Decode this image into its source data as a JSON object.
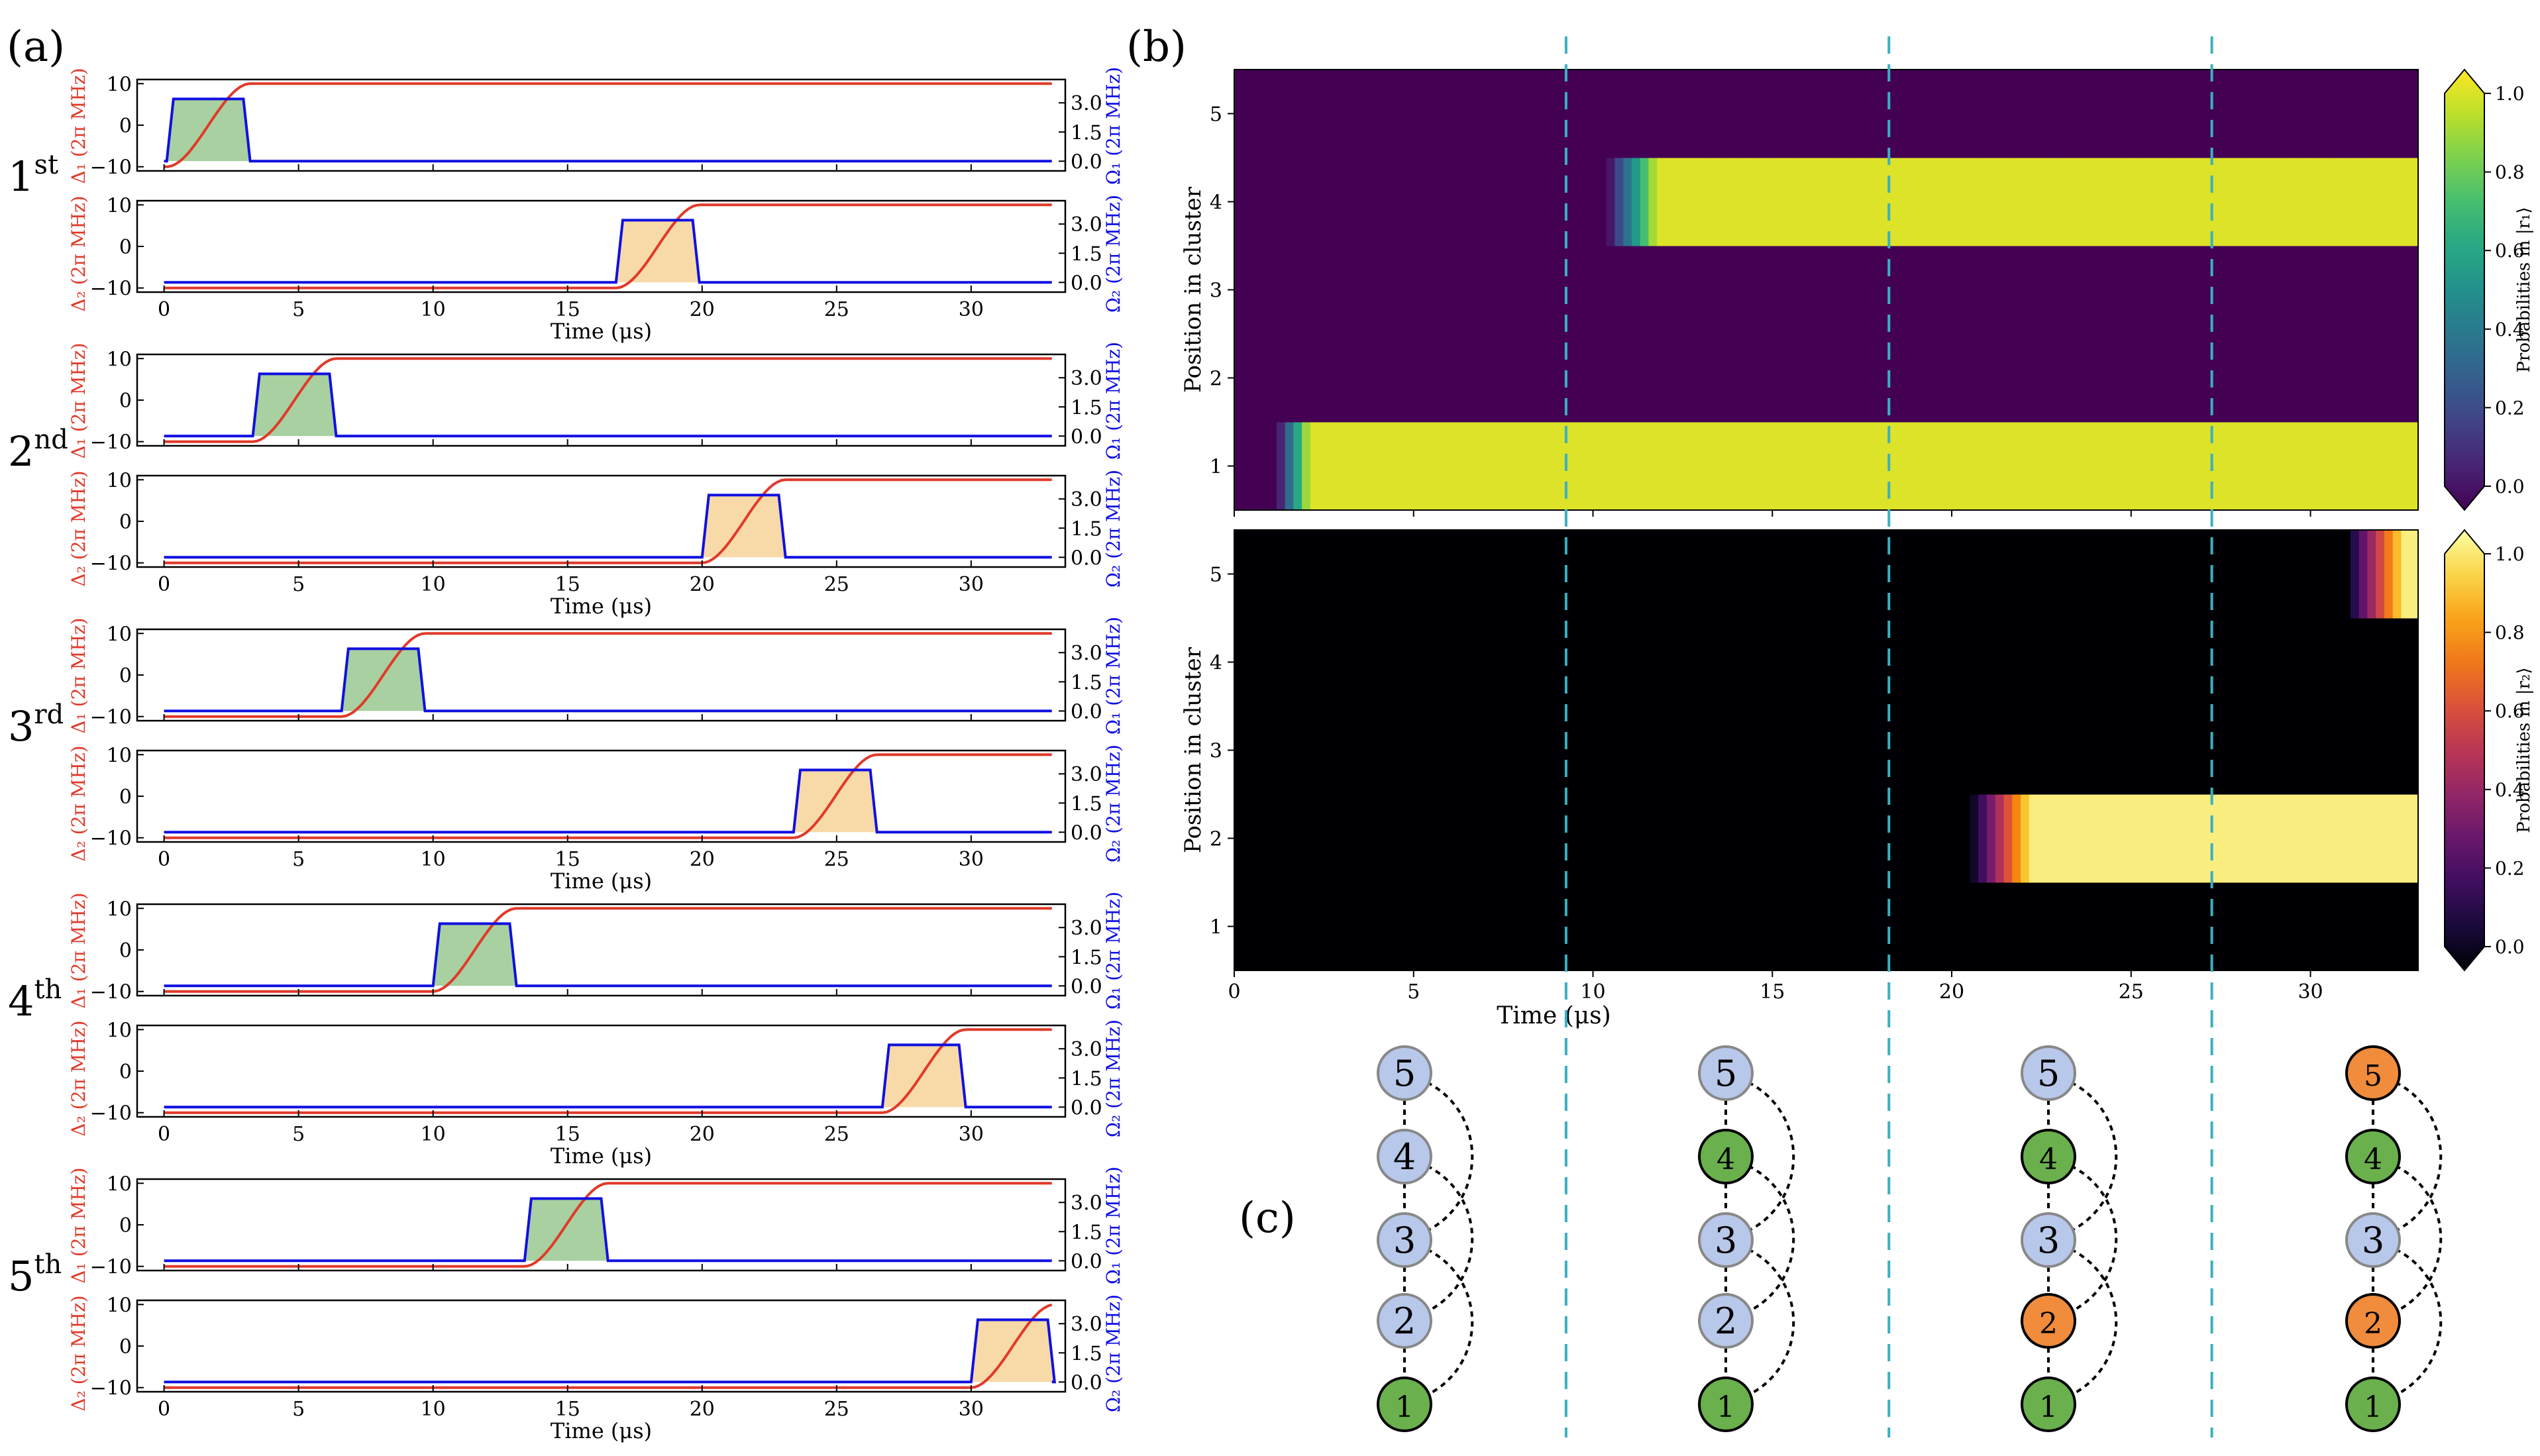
{
  "panel_labels": {
    "a": "(a)",
    "b": "(b)",
    "c": "(c)"
  },
  "colors": {
    "detuning": "#e03a2a",
    "rabi": "#1010e0",
    "fill_first": "#a8d0a0",
    "fill_second": "#f8d9a8",
    "dashed_line": "#3ab0c0",
    "node_blue": "#b8c8ea",
    "node_green": "#6ab04c",
    "node_orange": "#f08c3c"
  },
  "pulse_panels": {
    "row_labels": [
      {
        "base": "1",
        "sup": "st"
      },
      {
        "base": "2",
        "sup": "nd"
      },
      {
        "base": "3",
        "sup": "rd"
      },
      {
        "base": "4",
        "sup": "th"
      },
      {
        "base": "5",
        "sup": "th"
      }
    ],
    "ylabel_top_left": "Δ₁ (2π MHz)",
    "ylabel_top_right": "Ω₁ (2π MHz)",
    "ylabel_bottom_left": "Δ₂ (2π MHz)",
    "ylabel_bottom_right": "Ω₂ (2π MHz)",
    "xlabel": "Time (μs)"
  },
  "heatmaps": {
    "ylabel": "Position in cluster",
    "xlabel": "Time (μs)",
    "cbar_label_top": "Probabilities in |r₁⟩",
    "cbar_label_bottom": "Probabilities in |r₂⟩",
    "cbar_ticks": [
      "0.0",
      "0.2",
      "0.4",
      "0.6",
      "0.8",
      "1.0"
    ]
  },
  "clusters": [
    {
      "nodes": [
        {
          "label": "5",
          "state": "blue"
        },
        {
          "label": "4",
          "state": "blue"
        },
        {
          "label": "3",
          "state": "blue"
        },
        {
          "label": "2",
          "state": "blue"
        },
        {
          "label": "1",
          "state": "green"
        }
      ]
    },
    {
      "nodes": [
        {
          "label": "5",
          "state": "blue"
        },
        {
          "label": "4",
          "state": "green"
        },
        {
          "label": "3",
          "state": "blue"
        },
        {
          "label": "2",
          "state": "blue"
        },
        {
          "label": "1",
          "state": "green"
        }
      ]
    },
    {
      "nodes": [
        {
          "label": "5",
          "state": "blue"
        },
        {
          "label": "4",
          "state": "green"
        },
        {
          "label": "3",
          "state": "blue"
        },
        {
          "label": "2",
          "state": "orange"
        },
        {
          "label": "1",
          "state": "green"
        }
      ]
    },
    {
      "nodes": [
        {
          "label": "5",
          "state": "orange"
        },
        {
          "label": "4",
          "state": "green"
        },
        {
          "label": "3",
          "state": "blue"
        },
        {
          "label": "2",
          "state": "orange"
        },
        {
          "label": "1",
          "state": "green"
        }
      ]
    }
  ],
  "chart_data": [
    {
      "type": "line",
      "name": "pulse sequences (a)",
      "x_ticks": [
        0,
        5,
        10,
        15,
        20,
        25,
        30
      ],
      "xlim": [
        -1,
        33.5
      ],
      "y_left_ticks": [
        -10,
        0,
        10
      ],
      "y_left_lim": [
        -11,
        11
      ],
      "y_right_ticks": [
        0.0,
        1.5,
        3.0
      ],
      "y_right_tick_labels": [
        "0.0",
        "1.5",
        "3.0"
      ],
      "y_right_lim": [
        -0.5,
        4.2
      ],
      "detuning_range": [
        -10,
        10
      ],
      "rabi_amplitude": 3.2,
      "pulse_duration": 3.1,
      "pulse_starts_first": [
        0.1,
        3.3,
        6.6,
        10.0,
        13.4
      ],
      "pulse_starts_second": [
        16.8,
        20.0,
        23.4,
        26.7,
        30.0
      ],
      "t_end": 33.0
    },
    {
      "type": "heatmap",
      "name": "Probabilities in |r1>",
      "xlim": [
        0,
        33
      ],
      "x_ticks": [
        0,
        5,
        10,
        15,
        20,
        25,
        30
      ],
      "positions": [
        1,
        2,
        3,
        4,
        5
      ],
      "rows": [
        {
          "position": 1,
          "rise_start": 1.2,
          "rise_end": 2.1,
          "level": 0.95
        },
        {
          "position": 2,
          "rise_start": null,
          "rise_end": null,
          "level": 0.0
        },
        {
          "position": 3,
          "rise_start": null,
          "rise_end": null,
          "level": 0.0
        },
        {
          "position": 4,
          "rise_start": 10.4,
          "rise_end": 11.8,
          "level": 0.95
        },
        {
          "position": 5,
          "rise_start": null,
          "rise_end": null,
          "level": 0.0
        }
      ],
      "colormap": "viridis",
      "clim": [
        0,
        1
      ]
    },
    {
      "type": "heatmap",
      "name": "Probabilities in |r2>",
      "xlim": [
        0,
        33
      ],
      "x_ticks": [
        0,
        5,
        10,
        15,
        20,
        25,
        30
      ],
      "positions": [
        1,
        2,
        3,
        4,
        5
      ],
      "rows": [
        {
          "position": 1,
          "rise_start": null,
          "rise_end": null,
          "level": 0.0
        },
        {
          "position": 2,
          "rise_start": 20.5,
          "rise_end": 22.2,
          "level": 0.96
        },
        {
          "position": 3,
          "rise_start": null,
          "rise_end": null,
          "level": 0.0
        },
        {
          "position": 4,
          "rise_start": null,
          "rise_end": null,
          "level": 0.0
        },
        {
          "position": 5,
          "rise_start": 31.0,
          "rise_end": 32.6,
          "level": 0.96
        }
      ],
      "colormap": "inferno",
      "clim": [
        0,
        1
      ]
    }
  ],
  "dashed_times": [
    9.25,
    18.25,
    27.25
  ]
}
